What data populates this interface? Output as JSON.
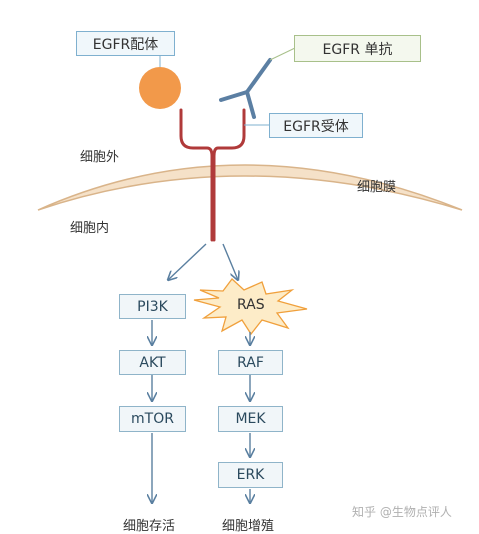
{
  "callouts": {
    "ligand": "EGFR配体",
    "antibody": "EGFR 单抗",
    "receptor": "EGFR受体"
  },
  "regions": {
    "outside": "细胞外",
    "membrane": "细胞膜",
    "inside": "细胞内"
  },
  "pathway_left": [
    "PI3K",
    "AKT",
    "mTOR"
  ],
  "pathway_right": {
    "ras": "RAS",
    "nodes": [
      "RAF",
      "MEK",
      "ERK"
    ]
  },
  "outcomes": {
    "survival": "细胞存活",
    "proliferation": "细胞增殖"
  },
  "watermark": "知乎 @生物点评人",
  "colors": {
    "ligand": "#f2994a",
    "membrane": "#f5e1c8",
    "membrane_stroke": "#d9b48a",
    "receptor": "#b03a3a",
    "antibody": "#5b7fa3",
    "arrow": "#5a7fa0",
    "ras_fill": "#fdecc8",
    "ras_stroke": "#f0a03c"
  }
}
